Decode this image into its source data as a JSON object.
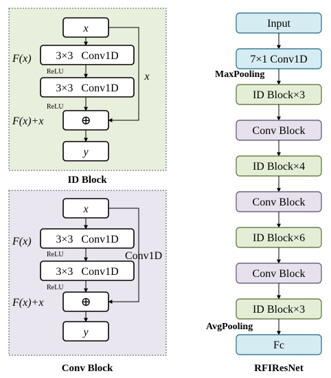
{
  "colors": {
    "id_panel_bg": "#e9efdd",
    "conv_panel_bg": "#e9e6ef",
    "panel_border": "#555555",
    "box_border": "#000000",
    "box_fill": "#ffffff",
    "input_fill": "#d6ecf3",
    "input_stroke": "#3a7d92",
    "idblock_fill": "#e4eed6",
    "idblock_stroke": "#6b7f4a",
    "convblock_fill": "#e6e1ec",
    "convblock_stroke": "#6d6480"
  },
  "id_block": {
    "caption": "ID Block",
    "input": "x",
    "conv1": "3×3   Conv1D",
    "conv2": "3×3   Conv1D",
    "add_symbol": "⊕",
    "output": "y",
    "fx_label": "F(x)",
    "relu1": "ReLU",
    "relu2": "ReLU",
    "sum_label": "F(x)+x",
    "shortcut_label": "x"
  },
  "conv_block": {
    "caption": "Conv Block",
    "input": "x",
    "conv1": "3×3   Conv1D",
    "conv2": "3×3   Conv1D",
    "add_symbol": "⊕",
    "output": "y",
    "fx_label": "F(x)",
    "relu1": "ReLU",
    "relu2": "ReLU",
    "sum_label": "F(x)+x",
    "shortcut_label": "Conv1D"
  },
  "network": {
    "caption": "RFIResNet",
    "maxpool_label": "MaxPooling",
    "avgpool_label": "AvgPooling",
    "stages": [
      {
        "label": "Input",
        "kind": "input"
      },
      {
        "label": "7×1   Conv1D",
        "kind": "input"
      },
      {
        "label": "ID Block×3",
        "kind": "id"
      },
      {
        "label": "Conv Block",
        "kind": "conv"
      },
      {
        "label": "ID Block×4",
        "kind": "id"
      },
      {
        "label": "Conv Block",
        "kind": "conv"
      },
      {
        "label": "ID Block×6",
        "kind": "id"
      },
      {
        "label": "Conv Block",
        "kind": "conv"
      },
      {
        "label": "ID Block×3",
        "kind": "id"
      },
      {
        "label": "Fc",
        "kind": "input"
      }
    ]
  }
}
